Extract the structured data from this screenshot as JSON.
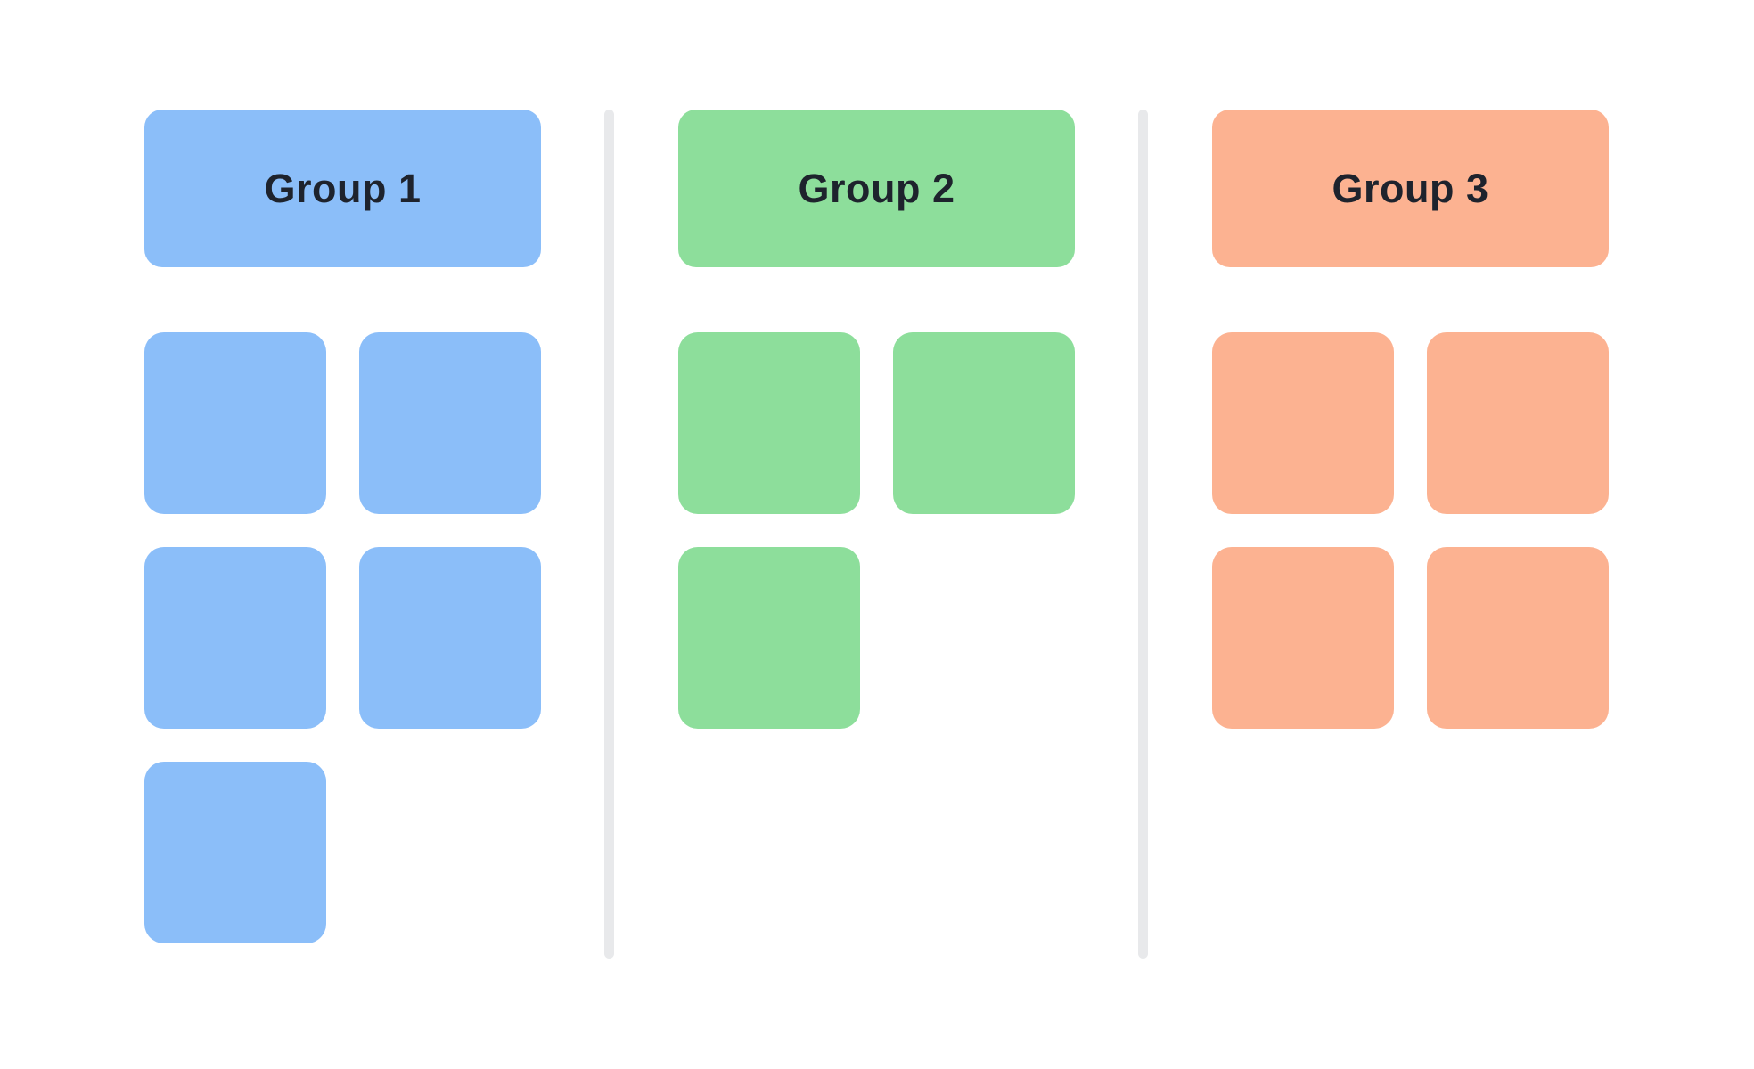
{
  "page": {
    "background": "#FFFFFF"
  },
  "colors": {
    "divider": "#E8E9EB",
    "header_text": "#1E232D"
  },
  "groups": [
    {
      "id": "group-1",
      "label": "Group 1",
      "color": "#8BBEF9",
      "item_count": 5
    },
    {
      "id": "group-2",
      "label": "Group 2",
      "color": "#8DDE9B",
      "item_count": 3
    },
    {
      "id": "group-3",
      "label": "Group 3",
      "color": "#FCB291",
      "item_count": 4
    }
  ]
}
